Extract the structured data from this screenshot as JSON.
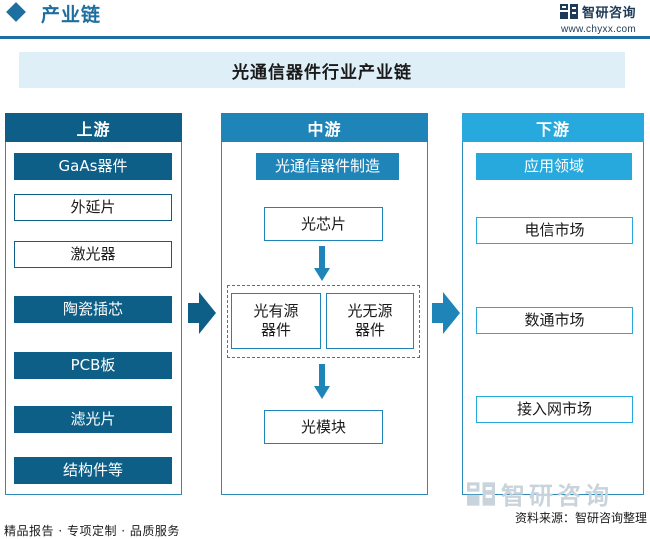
{
  "header": {
    "title": "产业链",
    "title_en": "Industrial Chain",
    "logo_name": "智研咨询",
    "logo_url": "www.chyxx.com"
  },
  "main_title": "光通信器件行业产业链",
  "upstream": {
    "heading": "上游",
    "category": "GaAs器件",
    "items": [
      "外延片",
      "激光器",
      "陶瓷插芯",
      "PCB板",
      "滤光片",
      "结构件等"
    ]
  },
  "midstream": {
    "heading": "中游",
    "category": "光通信器件制造",
    "chip": "光芯片",
    "active": "光有源\n器件",
    "passive": "光无源\n器件",
    "module": "光模块"
  },
  "downstream": {
    "heading": "下游",
    "category": "应用领域",
    "items": [
      "电信市场",
      "数通市场",
      "接入网市场"
    ]
  },
  "watermark": "智研咨询",
  "footer": {
    "source": "资料来源：智研咨询整理",
    "tagline": "精品报告 · 专项定制 · 品质服务"
  },
  "colors": {
    "upstream": "#0d5f87",
    "midstream": "#1f85b8",
    "downstream": "#27a9dd",
    "title_band": "#deeff8"
  }
}
